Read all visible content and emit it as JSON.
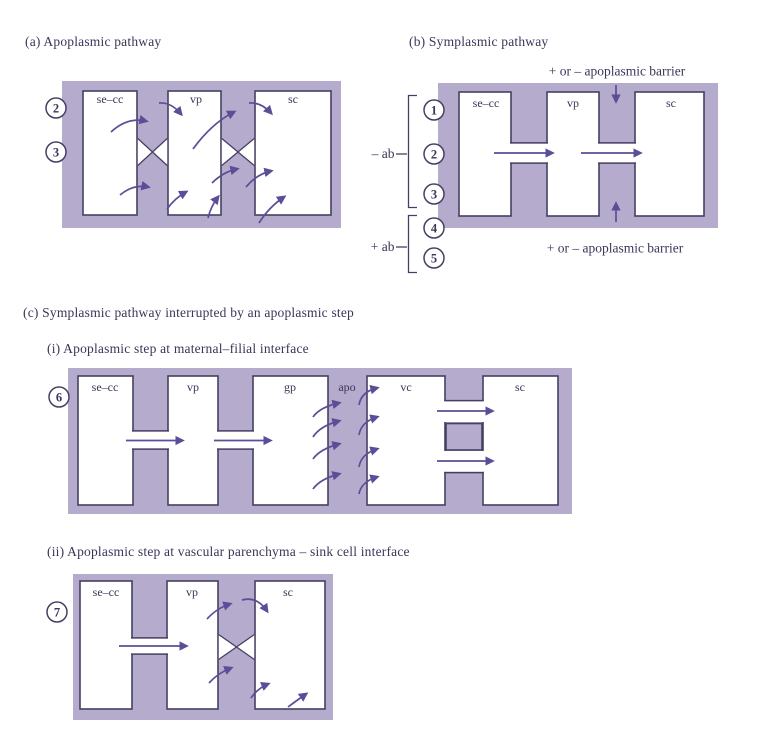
{
  "figure": {
    "description": "Phloem unloading pathway diagram"
  },
  "colors": {
    "block": "#b5abcc",
    "wall": "#454063",
    "arrow": "#5b4d97",
    "text": "#3b3558"
  },
  "panel_a": {
    "title": "(a) Apoplasmic pathway",
    "steps": [
      "2",
      "3"
    ],
    "cells": {
      "c1": "se–cc",
      "c2": "vp",
      "c3": "sc"
    }
  },
  "panel_b": {
    "title": "(b) Symplasmic pathway",
    "barrier_top": "+ or – apoplasmic barrier",
    "barrier_bottom": "+ or – apoplasmic barrier",
    "minus_ab": "– ab",
    "plus_ab": "+ ab",
    "steps": [
      "1",
      "2",
      "3",
      "4",
      "5"
    ],
    "cells": {
      "c1": "se–cc",
      "c2": "vp",
      "c3": "sc"
    }
  },
  "panel_c": {
    "title": "(c) Symplasmic pathway interrupted by an apoplasmic step",
    "sub_i": {
      "title": "(i) Apoplasmic step at maternal–filial interface",
      "step": "6",
      "cells": {
        "c1": "se–cc",
        "c2": "vp",
        "c3": "gp",
        "c4": "apo",
        "c5": "vc",
        "c6": "sc"
      }
    },
    "sub_ii": {
      "title": "(ii) Apoplasmic step at vascular parenchyma – sink cell interface",
      "step": "7",
      "cells": {
        "c1": "se–cc",
        "c2": "vp",
        "c3": "sc"
      }
    }
  }
}
